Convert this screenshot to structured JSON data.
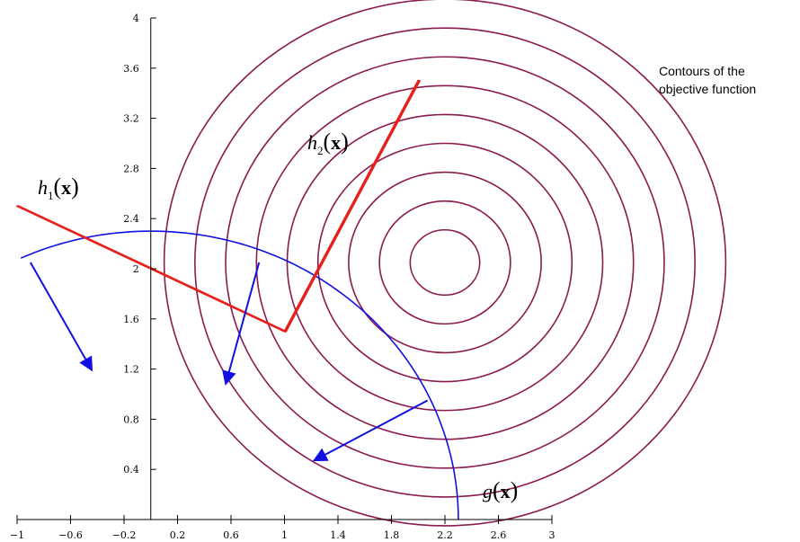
{
  "figure": {
    "x_ticks": [
      "−1",
      "−0.6",
      "−0.2",
      "0.2",
      "0.6",
      "1",
      "1.4",
      "1.8",
      "2.2",
      "2.6",
      "3"
    ],
    "y_ticks": [
      "0.4",
      "0.8",
      "1.2",
      "1.6",
      "2",
      "2.4",
      "2.8",
      "3.2",
      "3.6",
      "4"
    ],
    "labels": {
      "h1": {
        "func": "h",
        "sub": "1",
        "arg": "x"
      },
      "h2": {
        "func": "h",
        "sub": "2",
        "arg": "x"
      },
      "g": {
        "func": "g",
        "arg": "x"
      },
      "contours_line1": "Contours of the",
      "contours_line2": "objective function"
    },
    "colors": {
      "constraint_h": "#e8201c",
      "constraint_g": "#1010e0",
      "contours": "#8b1a4f",
      "axes": "#000000"
    },
    "data": {
      "x_range": [
        -1,
        3
      ],
      "y_range": [
        0,
        4
      ],
      "h1_points": [
        [
          -1,
          2.5
        ],
        [
          1,
          1.5
        ]
      ],
      "h2_points": [
        [
          1,
          1.5
        ],
        [
          2,
          3.5
        ]
      ],
      "g_center": [
        0,
        0
      ],
      "g_radius": 2.3,
      "g_theta_deg": [
        0,
        115
      ],
      "contour_center": [
        2.2,
        2.05
      ],
      "contour_radii": [
        0.26,
        0.49,
        0.72,
        0.95,
        1.18,
        1.41,
        1.64,
        1.87,
        2.1
      ],
      "arrows": [
        {
          "from": [
            -0.9,
            2.05
          ],
          "to": [
            -0.44,
            1.19
          ]
        },
        {
          "from": [
            0.81,
            2.05
          ],
          "to": [
            0.56,
            1.08
          ]
        },
        {
          "from": [
            2.07,
            0.95
          ],
          "to": [
            1.22,
            0.47
          ]
        }
      ]
    }
  }
}
